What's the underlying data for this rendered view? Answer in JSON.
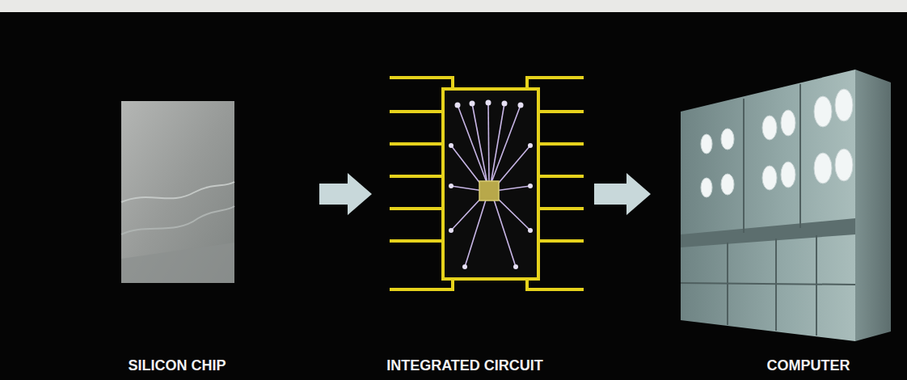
{
  "diagram": {
    "nodes": [
      {
        "text": [
          "SILICON CHIP"
        ]
      },
      {
        "text": [
          "INTEGRATED CIRCUIT"
        ]
      },
      {
        "text": [
          "COMPUTER"
        ]
      }
    ],
    "edges": [
      {
        "from": 0,
        "to": 1,
        "arrow": "to"
      },
      {
        "from": 1,
        "to": 2,
        "arrow": "to"
      }
    ]
  }
}
